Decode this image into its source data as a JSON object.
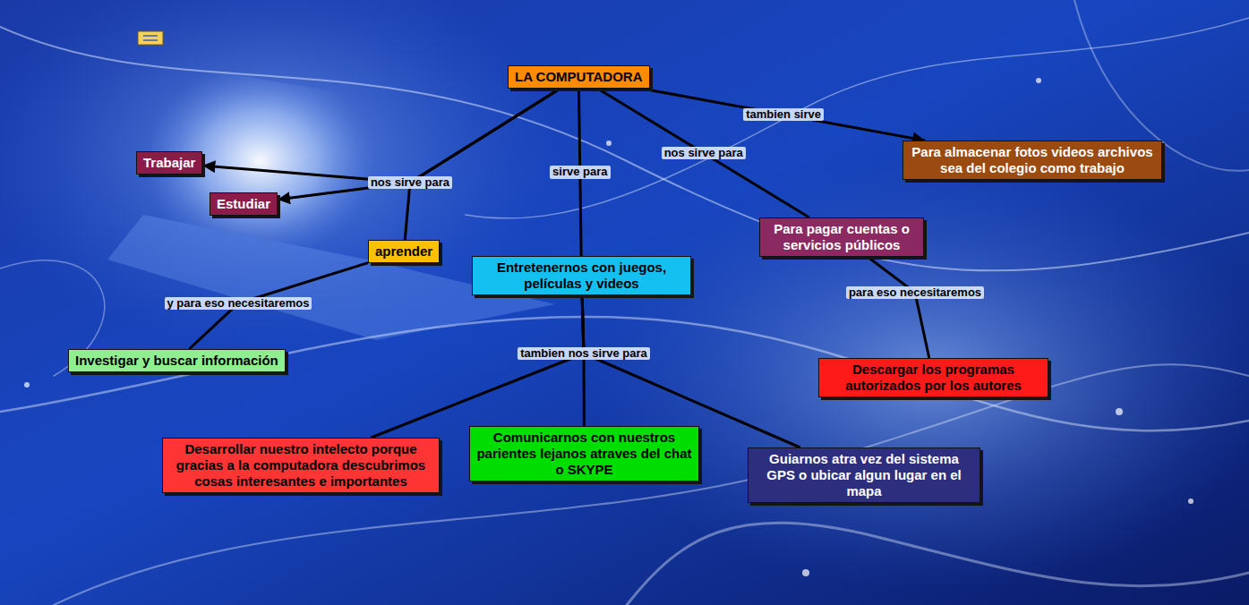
{
  "diagram": {
    "nodes": [
      {
        "text": [
          "LA COMPUTADORA"
        ]
      },
      {
        "text": [
          "Trabajar"
        ]
      },
      {
        "text": [
          "Estudiar"
        ]
      },
      {
        "text": [
          "Para almacenar fotos videos archivos sea del colegio como trabajo"
        ]
      },
      {
        "text": [
          "aprender"
        ]
      },
      {
        "text": [
          "Entretenernos con juegos, películas y videos"
        ]
      },
      {
        "text": [
          "Para pagar cuentas o servicios públicos"
        ]
      },
      {
        "text": [
          "Investigar y buscar información"
        ]
      },
      {
        "text": [
          "Descargar los programas autorizados por los autores"
        ]
      },
      {
        "text": [
          "Desarrollar nuestro intelecto porque gracias a la computadora descubrimos cosas interesantes e importantes"
        ]
      },
      {
        "text": [
          "Comunicarnos con nuestros parientes lejanos atraves del chat o SKYPE"
        ]
      },
      {
        "text": [
          "Guiarnos atra vez del sistema GPS o ubicar algun lugar en el mapa"
        ]
      }
    ],
    "edges": [
      {
        "from": 0,
        "to": 1,
        "arrow": "to"
      },
      {
        "from": 0,
        "to": 2,
        "arrow": "to"
      },
      {
        "from": 0,
        "to": 4,
        "label": "nos sirve para",
        "arrow": "none"
      },
      {
        "from": 0,
        "to": 3,
        "label": "tambien sirve",
        "arrow": "to"
      },
      {
        "from": 0,
        "to": 5,
        "label": "sirve para",
        "arrow": "none"
      },
      {
        "from": 0,
        "to": 6,
        "label": "nos sirve para",
        "arrow": "none"
      },
      {
        "from": 4,
        "to": 7,
        "label": "y para eso necesitaremos",
        "arrow": "none"
      },
      {
        "from": 6,
        "to": 8,
        "label": "para eso necesitaremos",
        "arrow": "none"
      },
      {
        "from": 5,
        "to": 9,
        "arrow": "none"
      },
      {
        "from": 5,
        "to": 10,
        "label": "tambien nos sirve para",
        "arrow": "none"
      },
      {
        "from": 5,
        "to": 11,
        "arrow": "none"
      }
    ]
  }
}
